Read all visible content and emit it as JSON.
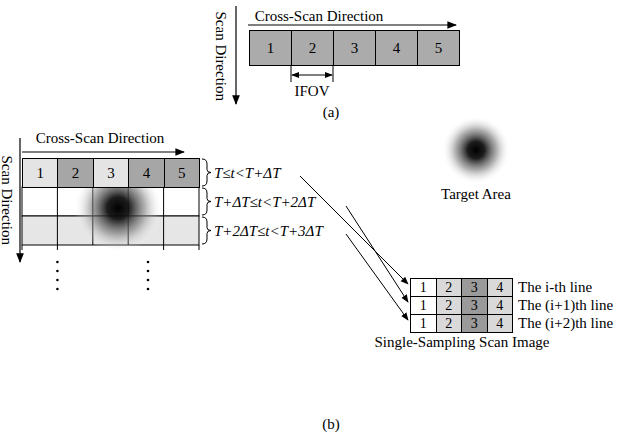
{
  "diagram": {
    "nodes": [
      {
        "text": [
          "1"
        ]
      },
      {
        "text": [
          "2"
        ]
      },
      {
        "text": [
          "3"
        ]
      },
      {
        "text": [
          "4"
        ]
      },
      {
        "text": [
          "5"
        ]
      },
      {
        "text": [
          "1"
        ]
      },
      {
        "text": [
          "2"
        ]
      },
      {
        "text": [
          "3"
        ]
      },
      {
        "text": [
          "4"
        ]
      },
      {
        "text": [
          "5"
        ]
      },
      {
        "text": [
          "1"
        ]
      },
      {
        "text": [
          "2"
        ]
      },
      {
        "text": [
          "3"
        ]
      },
      {
        "text": [
          "4"
        ]
      },
      {
        "text": [
          "1"
        ]
      },
      {
        "text": [
          "2"
        ]
      },
      {
        "text": [
          "3"
        ]
      },
      {
        "text": [
          "4"
        ]
      },
      {
        "text": [
          "1"
        ]
      },
      {
        "text": [
          "2"
        ]
      },
      {
        "text": [
          "3"
        ]
      },
      {
        "text": [
          "4"
        ]
      }
    ],
    "labels": [
      "Cross-Scan Direction",
      "Scan Direction",
      "IFOV",
      "(a)",
      "Cross-Scan Direction",
      "Scan Direction",
      "T≤t<T+ΔT",
      "T+ΔT≤t<T+2ΔT",
      "T+2ΔT≤t<T+3ΔT",
      "Target Area",
      "The i-th line",
      "The (i+1)th line",
      "The (i+2)th line",
      "Single-Sampling Scan Image",
      "(b)"
    ]
  }
}
